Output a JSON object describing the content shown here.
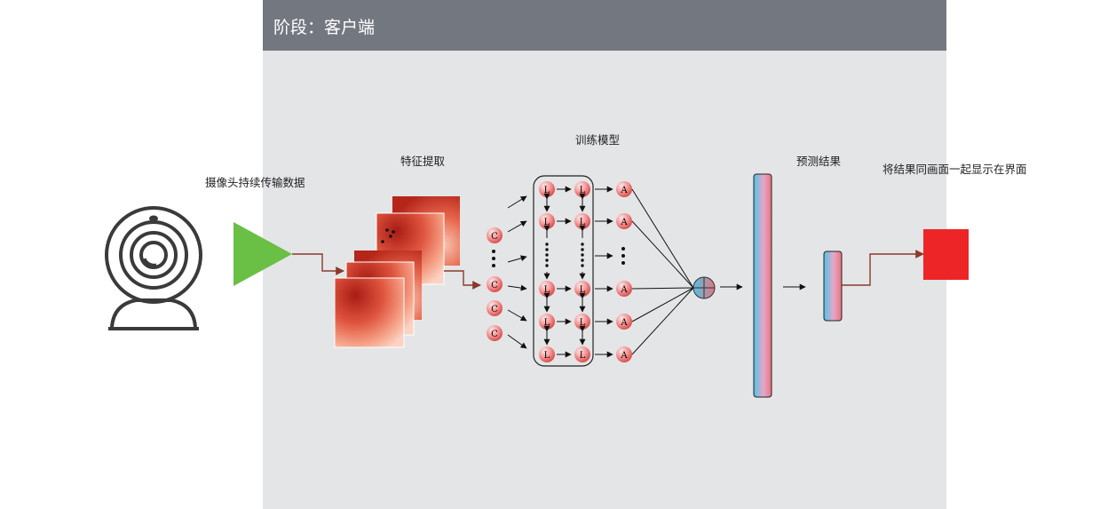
{
  "stage": {
    "title": "阶段：客户端"
  },
  "labels": {
    "camera": "摄像头持续传输数据",
    "features": "特征提取",
    "training": "训练模型",
    "prediction": "预测结果",
    "display": "将结果同画面一起显示在界面"
  },
  "nodes": {
    "conv": "C",
    "lstm": "L",
    "attention": "A"
  },
  "colors": {
    "header": "#737880",
    "panel": "#e4e5e7",
    "triangle": "#6abf45",
    "connector": "#8a3a2a",
    "output": "#ee2527",
    "node": "#f08a8a"
  },
  "icons": {
    "camera": "webcam-icon",
    "start": "play-triangle-icon",
    "merge": "merge-circle-icon"
  }
}
